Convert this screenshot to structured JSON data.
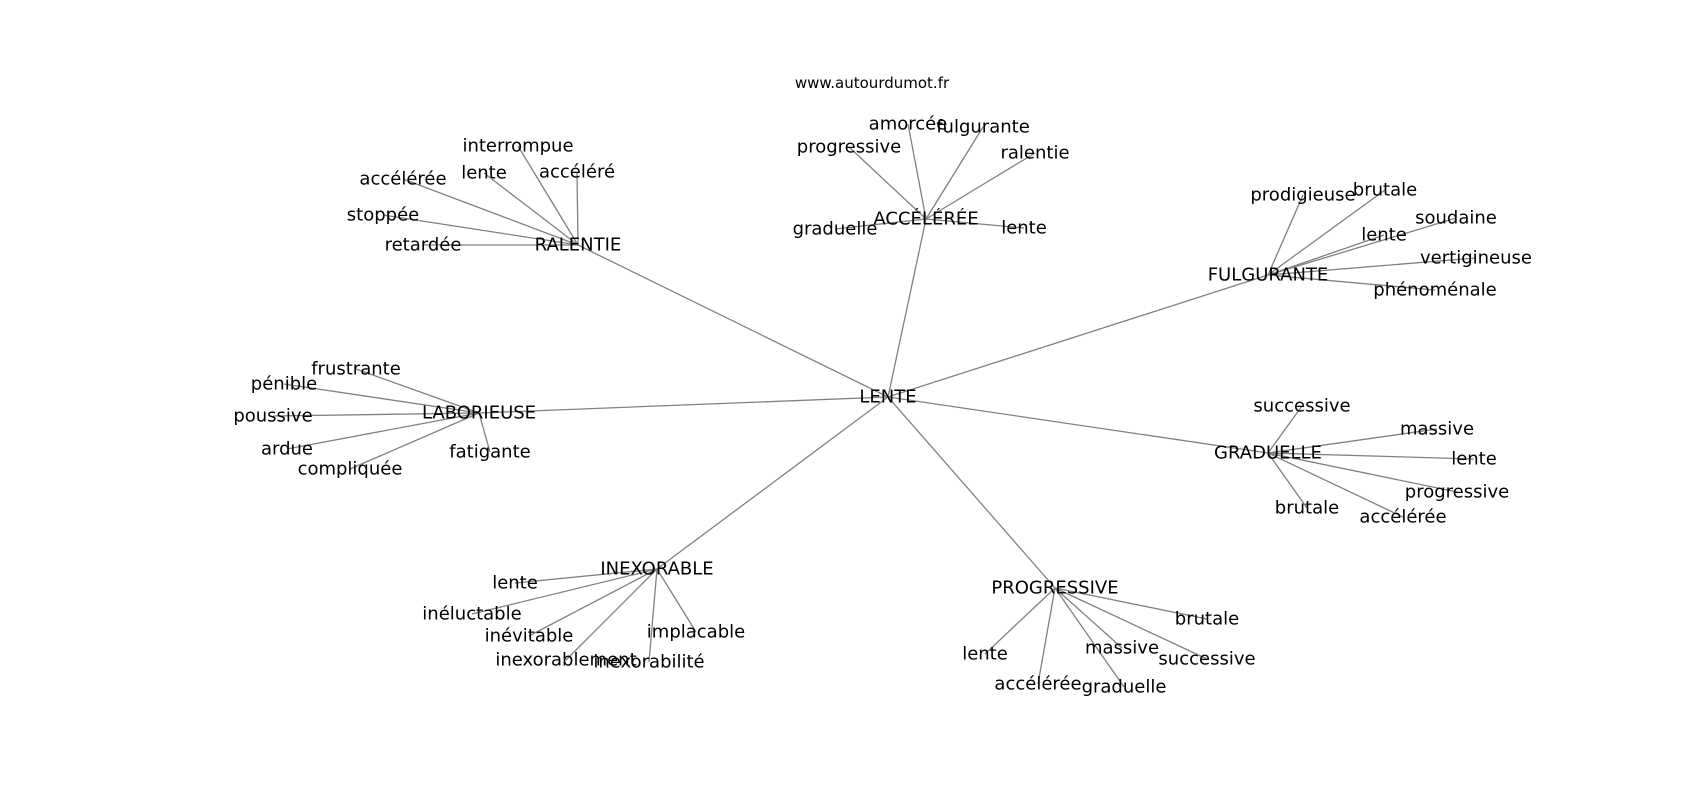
{
  "source": "www.autourdumot.fr",
  "graph": {
    "center": "LENTE",
    "clusters": [
      {
        "hub": "RALENTIE",
        "leaves": [
          "interrompue",
          "accélérée",
          "lente",
          "accéléré",
          "stoppée",
          "retardée"
        ]
      },
      {
        "hub": "ACCÉLÉRÉE",
        "leaves": [
          "amorcée",
          "fulgurante",
          "progressive",
          "ralentie",
          "graduelle",
          "lente"
        ]
      },
      {
        "hub": "FULGURANTE",
        "leaves": [
          "prodigieuse",
          "brutale",
          "soudaine",
          "lente",
          "vertigineuse",
          "phénoménale"
        ]
      },
      {
        "hub": "LABORIEUSE",
        "leaves": [
          "frustrante",
          "pénible",
          "poussive",
          "ardue",
          "compliquée",
          "fatigante"
        ]
      },
      {
        "hub": "GRADUELLE",
        "leaves": [
          "successive",
          "massive",
          "lente",
          "progressive",
          "brutale",
          "accélérée"
        ]
      },
      {
        "hub": "INEXORABLE",
        "leaves": [
          "lente",
          "inéluctable",
          "inévitable",
          "implacable",
          "inexorablement",
          "inexorabilité"
        ]
      },
      {
        "hub": "PROGRESSIVE",
        "leaves": [
          "brutale",
          "lente",
          "massive",
          "successive",
          "accélérée",
          "graduelle"
        ]
      }
    ]
  }
}
